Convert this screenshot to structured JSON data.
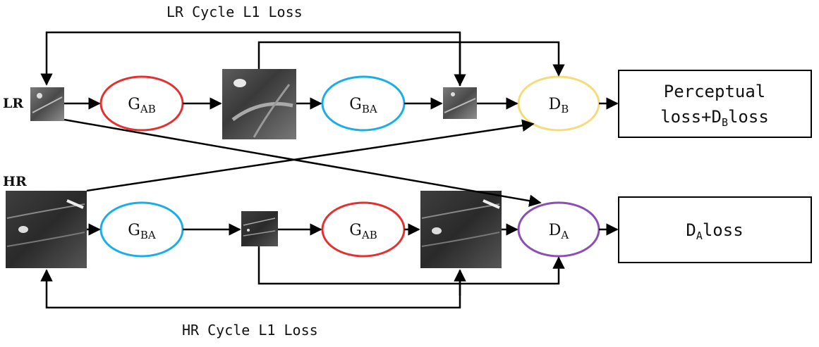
{
  "labels": {
    "lr_cycle": "LR Cycle L1 Loss",
    "hr_cycle": "HR Cycle L1 Loss",
    "lr": "LR",
    "hr": "HR"
  },
  "nodes": {
    "top_g_ab": {
      "main": "G",
      "sub": "AB"
    },
    "top_g_ba": {
      "main": "G",
      "sub": "BA"
    },
    "top_d_b": {
      "main": "D",
      "sub": "B"
    },
    "bot_g_ba": {
      "main": "G",
      "sub": "BA"
    },
    "bot_g_ab": {
      "main": "G",
      "sub": "AB"
    },
    "bot_d_a": {
      "main": "D",
      "sub": "A"
    }
  },
  "outputs": {
    "top": {
      "line1": "Perceptual",
      "line2_pre": "loss+D",
      "line2_sub": "B",
      "line2_post": "loss"
    },
    "bottom": {
      "pre": "D",
      "sub": "A",
      "post": "loss"
    }
  },
  "colors": {
    "g_ab": "#e53030",
    "g_ba": "#1aaee8",
    "d_b": "#f5dc7a",
    "d_a": "#8a4fb4",
    "arrow": "#000000"
  }
}
